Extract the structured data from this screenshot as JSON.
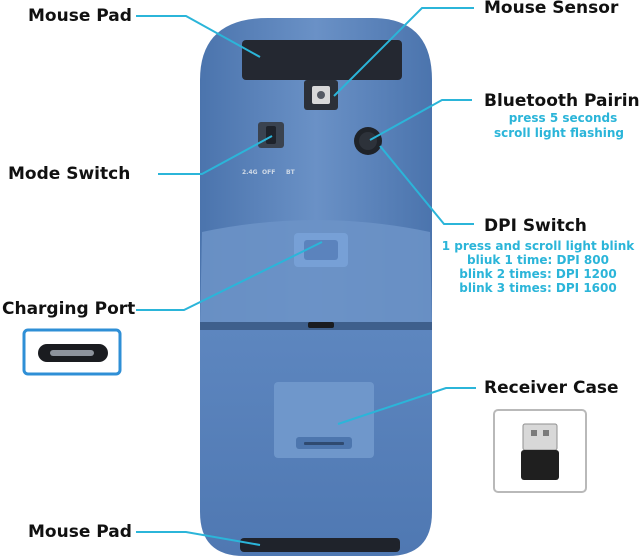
{
  "labels": {
    "mouse_pad_top": "Mouse Pad",
    "mouse_sensor": "Mouse Sensor",
    "bluetooth_pairing": "Bluetooth Pairing",
    "mode_switch": "Mode Switch",
    "dpi_switch": "DPI Switch",
    "charging_port": "Charging Port",
    "receiver_case": "Receiver Case",
    "mouse_pad_bottom": "Mouse Pad"
  },
  "notes": {
    "bluetooth_1": "press 5 seconds",
    "bluetooth_2": "scroll light flashing",
    "dpi_1": "1 press and scroll light blink",
    "dpi_2": "bliuk 1 time: DPI 800",
    "dpi_3": "blink 2 times: DPI 1200",
    "dpi_4": "blink 3 times: DPI 1600"
  },
  "switch_marks": {
    "pos1": "2.4G",
    "pos2": "OFF",
    "pos3": "BT"
  },
  "colors": {
    "mouse_body": "#5b83bd",
    "mouse_shadow": "#3f6aa3",
    "callout_line": "#2bb5d9",
    "note_text": "#2bb5d9",
    "label_text": "#111111"
  }
}
